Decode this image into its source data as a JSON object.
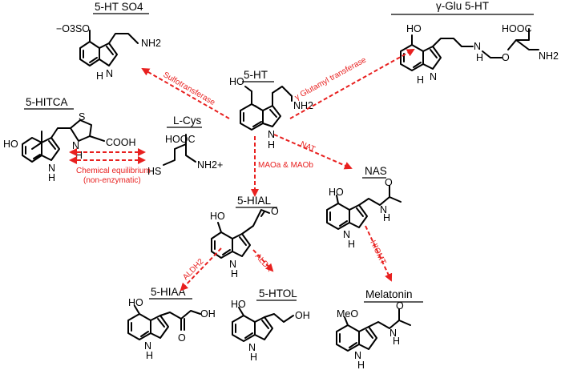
{
  "compounds": {
    "ht": {
      "title": "5-HT",
      "ho": "HO",
      "nh2": "NH2",
      "nh": "H",
      "n": "N"
    },
    "htso4": {
      "title": "5-HT SO4",
      "o3so": "−O3SO",
      "nh2": "NH2",
      "n": "N",
      "h": "H"
    },
    "gglu": {
      "title": "γ-Glu 5-HT",
      "ho": "HO",
      "cooh": "HOOC",
      "nh2": "NH2",
      "n": "N",
      "h": "H",
      "nh": "N",
      "nhh": "H",
      "o": "O"
    },
    "hitca": {
      "title": "5-HITCA",
      "ho": "HO",
      "s": "S",
      "n": "N",
      "h": "H",
      "ring_n": "N",
      "ring_h": "H",
      "cooh": "COOH"
    },
    "lcys": {
      "title": "L-Cys",
      "cooh": "HOOC",
      "hs": "HS",
      "nh2": "NH2+"
    },
    "hial": {
      "title": "5-HIAL",
      "ho": "HO",
      "o": "O",
      "n": "N",
      "h": "H"
    },
    "nas": {
      "title": "NAS",
      "ho": "HO",
      "n": "N",
      "h": "H",
      "nh": "N",
      "nhh": "H",
      "o": "O"
    },
    "hiaa": {
      "title": "5-HIAA",
      "ho": "HO",
      "oh": "OH",
      "o": "O",
      "n": "N",
      "h": "H"
    },
    "htol": {
      "title": "5-HTOL",
      "ho": "HO",
      "oh": "OH",
      "n": "N",
      "h": "H"
    },
    "melatonin": {
      "title": "Melatonin",
      "meo": "MeO",
      "n": "N",
      "h": "H",
      "nh": "N",
      "nhh": "H",
      "o": "O"
    }
  },
  "enzymes": {
    "sulfo": "Sulfotransferase",
    "gglu": "γ Glutamyl transferase",
    "nat": "NAT",
    "mao": "MAOa & MAOb",
    "eq1": "Chemical equilibrium",
    "eq2": "(non-enzymatic)",
    "aldh": "ALDH2",
    "aldr": "ALDR",
    "hiomt": "HIOMT"
  },
  "colors": {
    "arrow": "#e8201f",
    "text": "#000000"
  }
}
